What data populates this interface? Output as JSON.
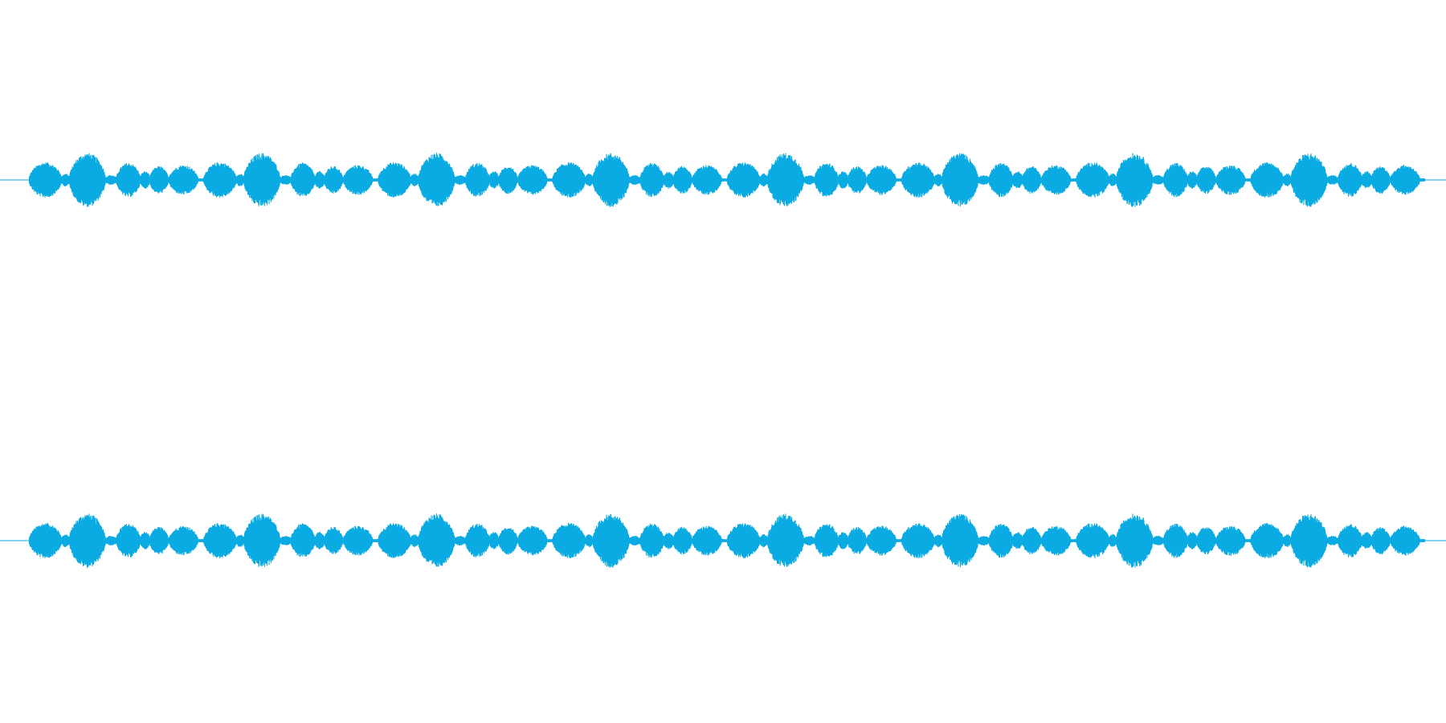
{
  "waveform": {
    "color": "#0aaae3",
    "background": "#ffffff",
    "channels": [
      {
        "id": "left"
      },
      {
        "id": "right"
      }
    ],
    "pattern": {
      "repeats": 8,
      "bursts": [
        {
          "start": 0.0,
          "end": 0.19,
          "amplitude": 0.62,
          "shape": "dome"
        },
        {
          "start": 0.19,
          "end": 0.23,
          "amplitude": 0.22,
          "shape": "flat"
        },
        {
          "start": 0.23,
          "end": 0.44,
          "amplitude": 0.95,
          "shape": "dome"
        },
        {
          "start": 0.44,
          "end": 0.5,
          "amplitude": 0.16,
          "shape": "flat"
        },
        {
          "start": 0.5,
          "end": 0.64,
          "amplitude": 0.6,
          "shape": "dome"
        },
        {
          "start": 0.64,
          "end": 0.69,
          "amplitude": 0.3,
          "shape": "flat"
        },
        {
          "start": 0.69,
          "end": 0.8,
          "amplitude": 0.48,
          "shape": "dome"
        },
        {
          "start": 0.8,
          "end": 0.97,
          "amplitude": 0.52,
          "shape": "dome"
        }
      ]
    }
  }
}
